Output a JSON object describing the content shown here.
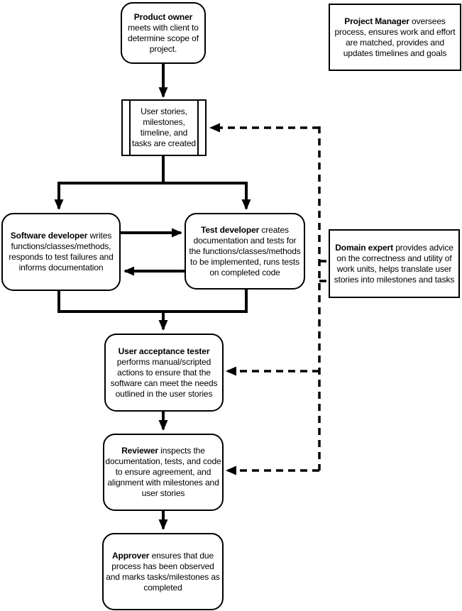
{
  "nodes": {
    "product_owner": {
      "shape": "rounded-process",
      "title": "Product owner",
      "body": "meets with client to determine scope of project."
    },
    "user_stories": {
      "shape": "predefined-process",
      "body": "User stories, milestones, timeline, and tasks are created"
    },
    "project_manager": {
      "shape": "rectangle",
      "title": "Project Manager",
      "body": "oversees process, ensures work and effort are matched, provides and updates timelines and goals"
    },
    "software_developer": {
      "shape": "rounded-process",
      "title": "Software developer",
      "body": "writes functions/classes/methods, responds to test failures and informs documentation"
    },
    "test_developer": {
      "shape": "rounded-process",
      "title": "Test developer",
      "body": "creates documentation and tests for the functions/classes/methods to be implemented, runs tests on completed code"
    },
    "domain_expert": {
      "shape": "rectangle",
      "title": "Domain expert",
      "body": "provides advice on the correctness and utility of work units, helps translate user stories into milestones and tasks"
    },
    "user_acceptance_tester": {
      "shape": "rounded-process",
      "title": "User acceptance tester",
      "body": "performs manual/scripted actions to ensure that the software can meet the needs outlined in the user stories"
    },
    "reviewer": {
      "shape": "rounded-process",
      "title": "Reviewer",
      "body": "inspects the documentation, tests, and code to ensure agreement, and alignment with milestones and user stories"
    },
    "approver": {
      "shape": "rounded-process",
      "title": "Approver",
      "body": "ensures that due process has been observed and marks tasks/milestones as completed"
    }
  },
  "edges": [
    {
      "from": "Product owner",
      "to": "User stories",
      "type": "solid-arrow"
    },
    {
      "from": "User stories",
      "to": "Software developer",
      "type": "solid-arrow"
    },
    {
      "from": "User stories",
      "to": "Test developer",
      "type": "solid-arrow"
    },
    {
      "from": "Software developer",
      "to": "Test developer",
      "type": "solid-arrow"
    },
    {
      "from": "Test developer",
      "to": "Software developer",
      "type": "solid-arrow"
    },
    {
      "from": "Software developer / Test developer",
      "to": "User acceptance tester",
      "type": "solid-arrow"
    },
    {
      "from": "User acceptance tester",
      "to": "Reviewer",
      "type": "solid-arrow"
    },
    {
      "from": "Reviewer",
      "to": "Approver",
      "type": "solid-arrow"
    },
    {
      "from": "Domain expert",
      "to": "User stories",
      "type": "dashed-arrow"
    },
    {
      "from": "Domain expert",
      "to": "User acceptance tester",
      "type": "dashed-arrow"
    },
    {
      "from": "Domain expert",
      "to": "Reviewer",
      "type": "dashed-arrow"
    }
  ],
  "colors": {
    "stroke": "#000000",
    "fill": "#ffffff",
    "text": "#000000"
  }
}
